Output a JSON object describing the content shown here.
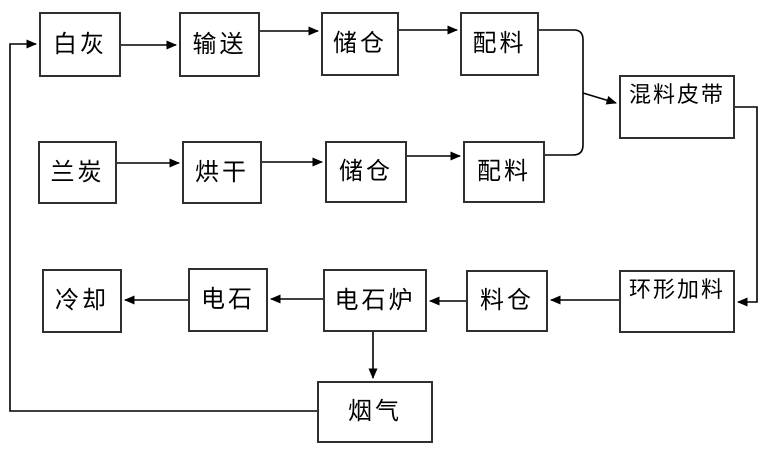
{
  "diagram": {
    "type": "process-flowchart",
    "nodes": {
      "white_lime": {
        "label": "白灰"
      },
      "conveying": {
        "label": "输送"
      },
      "storage_bin_1": {
        "label": "储仓"
      },
      "batching_1": {
        "label": "配料"
      },
      "mixing_belt": {
        "label": "混料皮带"
      },
      "semi_coke": {
        "label": "兰炭"
      },
      "drying": {
        "label": "烘干"
      },
      "storage_bin_2": {
        "label": "储仓"
      },
      "batching_2": {
        "label": "配料"
      },
      "ring_feeder": {
        "label": "环形加料"
      },
      "material_bin": {
        "label": "料仓"
      },
      "carbide_furnace": {
        "label": "电石炉"
      },
      "carbide": {
        "label": "电石"
      },
      "cooling": {
        "label": "冷却"
      },
      "flue_gas": {
        "label": "烟气"
      }
    },
    "edges": [
      {
        "from": "white_lime",
        "to": "conveying"
      },
      {
        "from": "conveying",
        "to": "storage_bin_1"
      },
      {
        "from": "storage_bin_1",
        "to": "batching_1"
      },
      {
        "from": "batching_1",
        "to": "mixing_belt"
      },
      {
        "from": "semi_coke",
        "to": "drying"
      },
      {
        "from": "drying",
        "to": "storage_bin_2"
      },
      {
        "from": "storage_bin_2",
        "to": "batching_2"
      },
      {
        "from": "batching_2",
        "to": "mixing_belt"
      },
      {
        "from": "mixing_belt",
        "to": "ring_feeder"
      },
      {
        "from": "ring_feeder",
        "to": "material_bin"
      },
      {
        "from": "material_bin",
        "to": "carbide_furnace"
      },
      {
        "from": "carbide_furnace",
        "to": "carbide"
      },
      {
        "from": "carbide",
        "to": "cooling"
      },
      {
        "from": "carbide_furnace",
        "to": "flue_gas"
      },
      {
        "from": "flue_gas",
        "to": "white_lime"
      }
    ],
    "colors": {
      "line": "#000000",
      "box_border": "#2f2f2f",
      "background": "#ffffff",
      "text": "#000000"
    }
  }
}
